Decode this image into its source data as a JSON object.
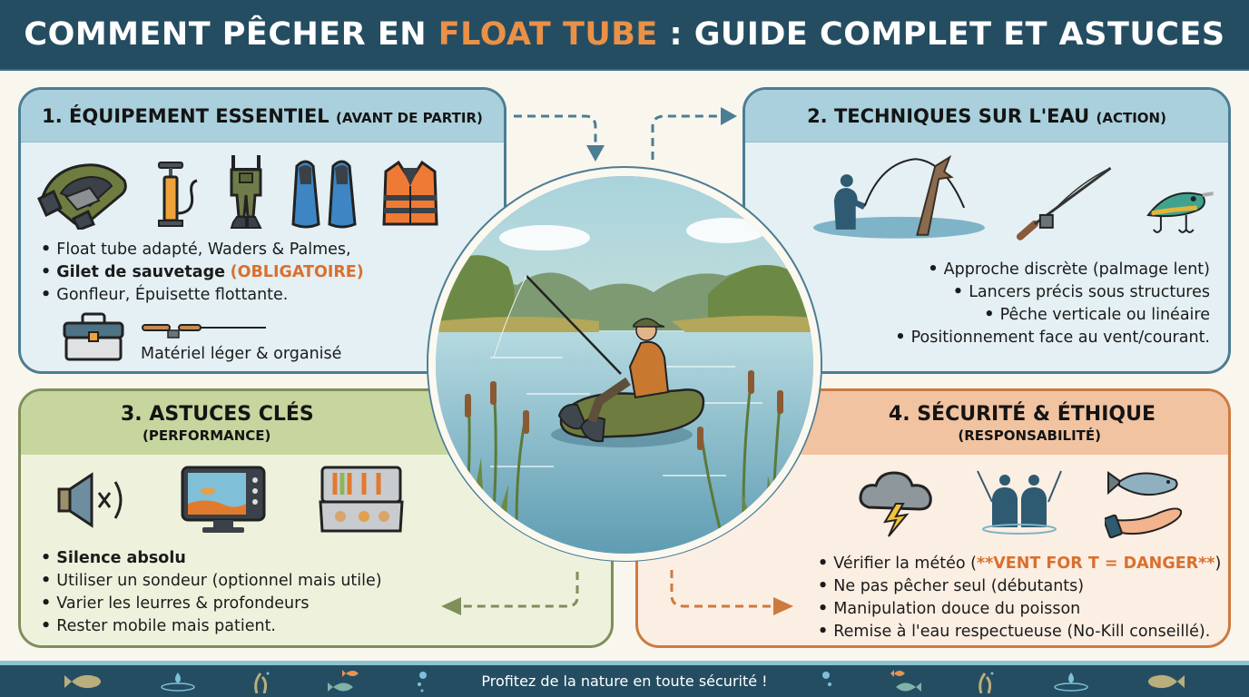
{
  "header": {
    "title_part1": "COMMENT PÊCHER EN ",
    "title_accent": "FLOAT TUBE",
    "title_part2": " : GUIDE COMPLET ET ASTUCES",
    "accent_color": "#ea9047",
    "background": "#244d62"
  },
  "center": {
    "scene": "Pêcheur en float tube sur un lac entouré de roseaux et d'arbres",
    "icons": [
      "sky-clouds",
      "trees",
      "lake",
      "float-tube",
      "angler",
      "fishing-rod",
      "cattails"
    ]
  },
  "panel1": {
    "title": "1. ÉQUIPEMENT ESSENTIEL",
    "subtitle": "(AVANT DE PARTIR)",
    "icons": [
      "float-tube-icon",
      "pump-icon",
      "waders-icon",
      "fins-icon",
      "life-vest-icon"
    ],
    "bullets": [
      {
        "text": "Float tube adapté, Waders & Palmes,"
      },
      {
        "bold": "Gilet de sauvetage",
        "highlight": "(OBLIGATOIRE)"
      },
      {
        "text": "Gonfleur, Épuisette flottante."
      }
    ],
    "footer_icons": [
      "tackle-box-icon",
      "fishing-rod-icon"
    ],
    "footer_text": "Matériel léger & organisé",
    "color": "#4b7d93"
  },
  "panel2": {
    "title": "2. TECHNIQUES SUR L'EAU",
    "subtitle": "(ACTION)",
    "icons": [
      "angler-casting-icon",
      "fishing-rod-reel-icon",
      "lure-icon"
    ],
    "bullets": [
      {
        "text": "Approche discrète (palmage lent)"
      },
      {
        "text": "Lancers précis sous structures"
      },
      {
        "text": "Pêche verticale ou linéaire"
      },
      {
        "text": "Positionnement face au vent/courant."
      }
    ],
    "color": "#4b7d93"
  },
  "panel3": {
    "title": "3. ASTUCES CLÉS",
    "subtitle": "(PERFORMANCE)",
    "icons": [
      "mute-speaker-icon",
      "fish-finder-icon",
      "lure-box-icon"
    ],
    "bullets": [
      {
        "bold": "Silence absolu"
      },
      {
        "text": "Utiliser un sondeur (optionnel mais utile)"
      },
      {
        "text": "Varier les leurres & profondeurs"
      },
      {
        "text": "Rester mobile mais patient."
      }
    ],
    "color": "#7f8f5a"
  },
  "panel4": {
    "title": "4. SÉCURITÉ & ÉTHIQUE",
    "subtitle": "(RESPONSABILITÉ)",
    "icons": [
      "storm-cloud-icon",
      "two-anglers-icon",
      "fish-in-hand-icon"
    ],
    "bullets": [
      {
        "text": "Vérifier la météo (",
        "highlight": "**VENT FOR T = DANGER**",
        "suffix": ")"
      },
      {
        "text": "Ne pas pêcher seul (débutants)"
      },
      {
        "text": "Manipulation douce du poisson"
      },
      {
        "text": "Remise à l'eau respectueuse (No-Kill conseillé)."
      }
    ],
    "color": "#cd7a3f"
  },
  "footer": {
    "text": "Profitez de la nature en toute sécurité !",
    "icons_left": [
      "fish-icon",
      "water-drop-icon",
      "seaweed-icon",
      "two-fish-icon",
      "bubbles-icon"
    ],
    "icons_right": [
      "bubbles-icon",
      "two-fish-icon",
      "seaweed-icon",
      "water-drop-icon",
      "fish-icon"
    ]
  }
}
